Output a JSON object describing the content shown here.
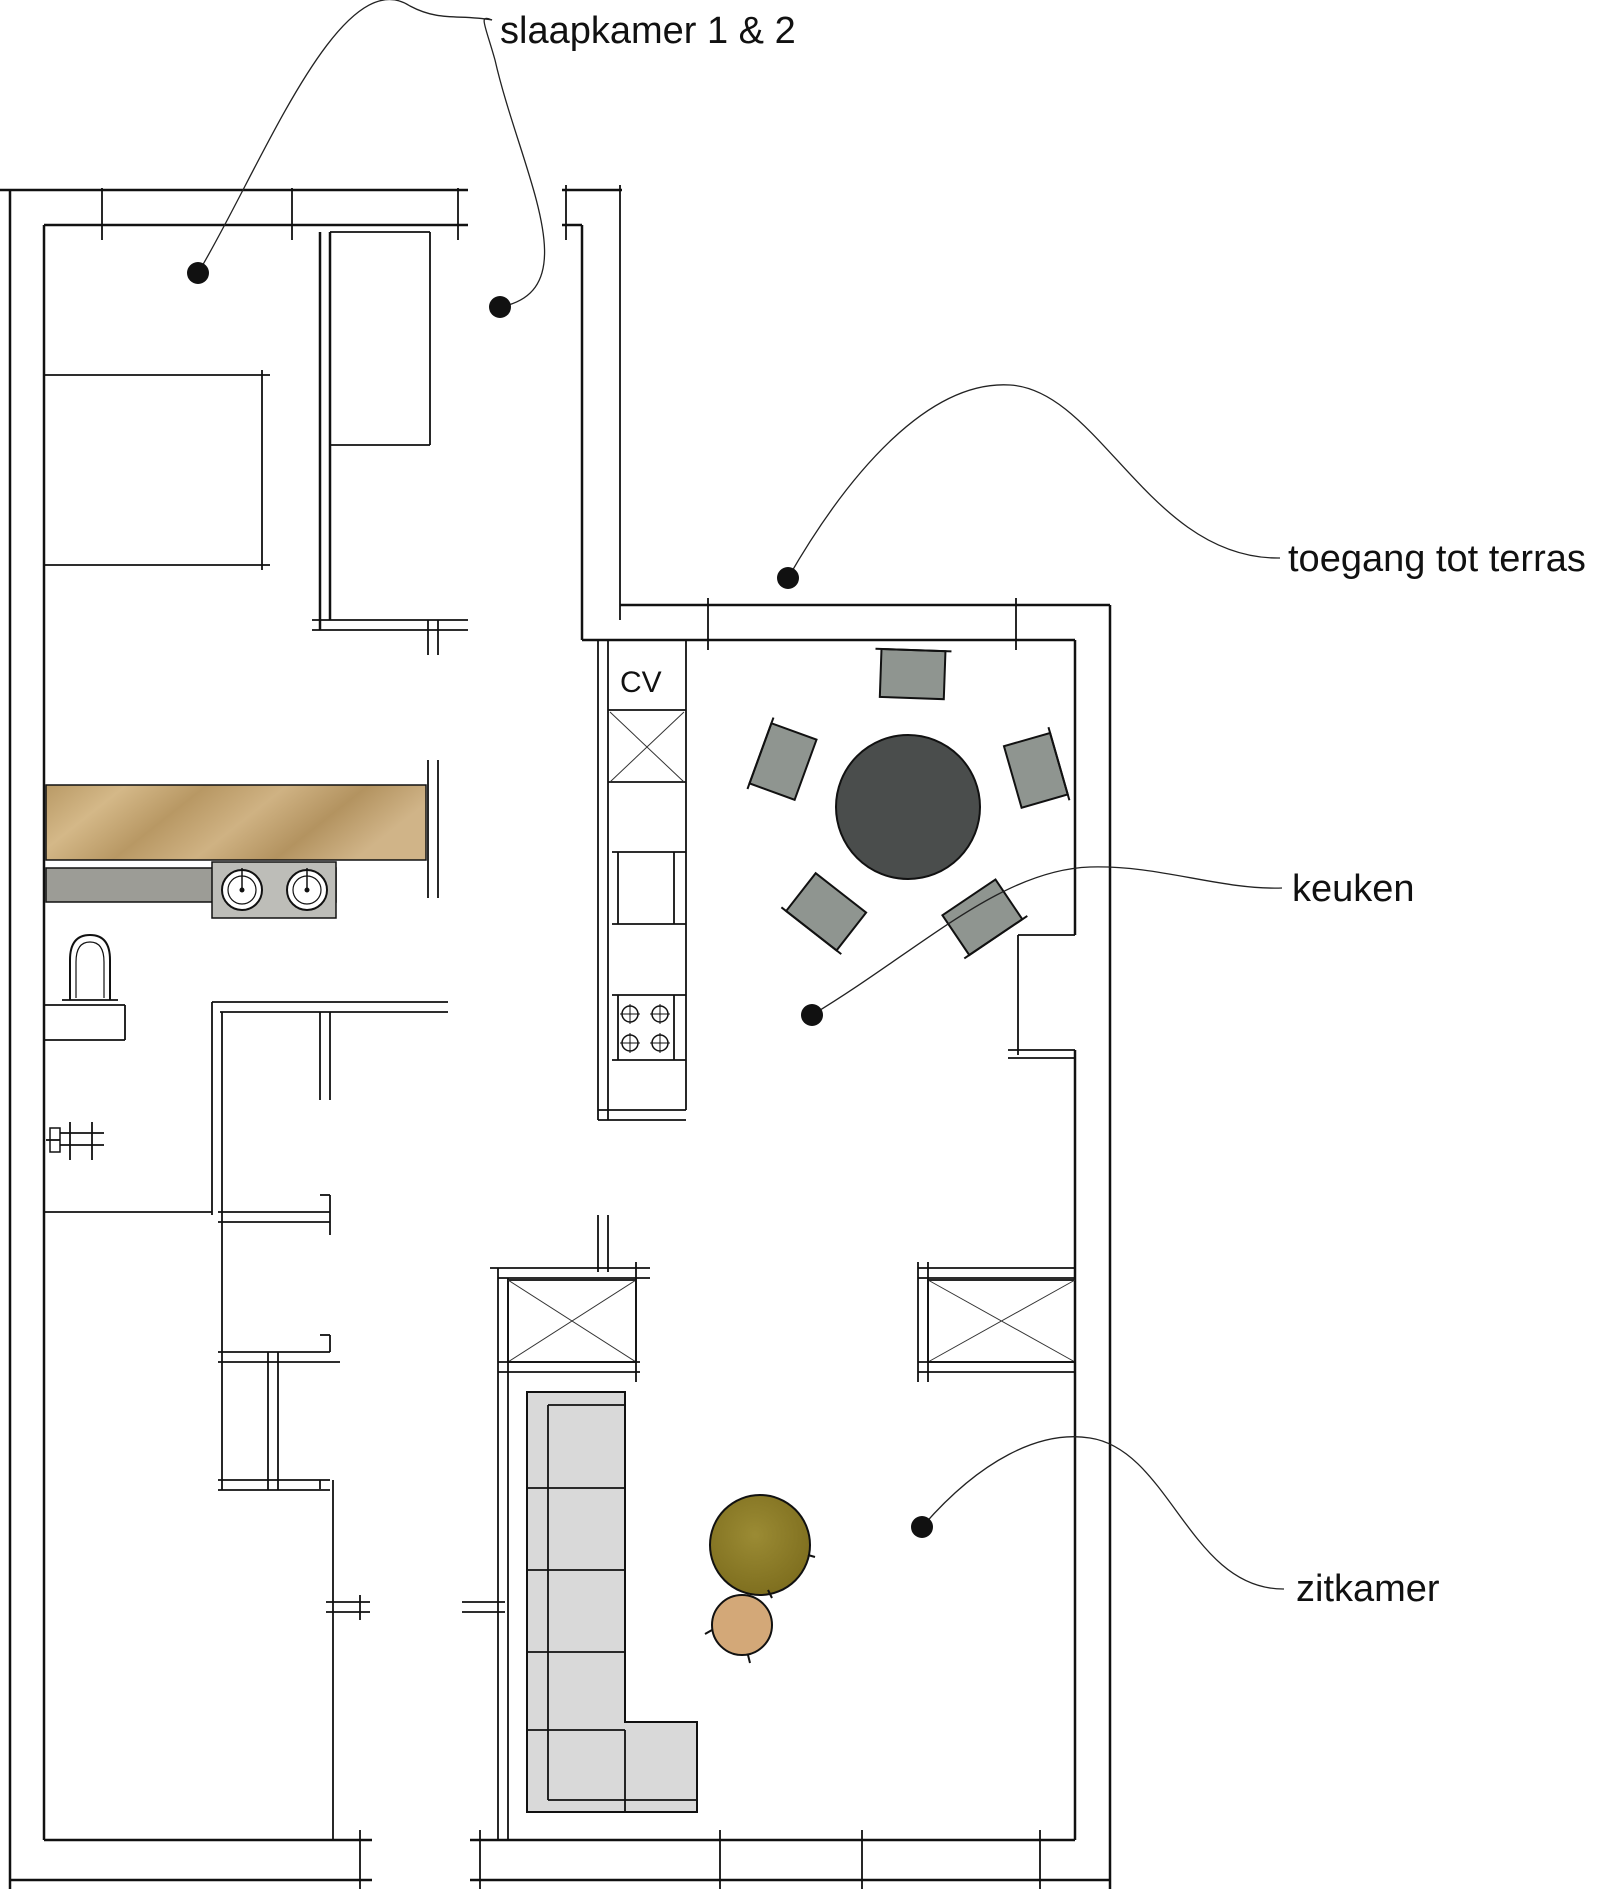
{
  "labels": {
    "slaapkamer": "slaapkamer 1 & 2",
    "terras": "toegang tot terras",
    "keuken": "keuken",
    "zitkamer": "zitkamer",
    "cv": "CV"
  },
  "colors": {
    "line": "#111111",
    "wood": "#c8a874",
    "counter_grey": "#9c9c96",
    "table_dark": "#4a4d4c",
    "chair_grey": "#8f9590",
    "sofa": "#d9d9d9",
    "side_table_olive": "#8f7f2a",
    "side_table_tan": "#d3a878"
  }
}
